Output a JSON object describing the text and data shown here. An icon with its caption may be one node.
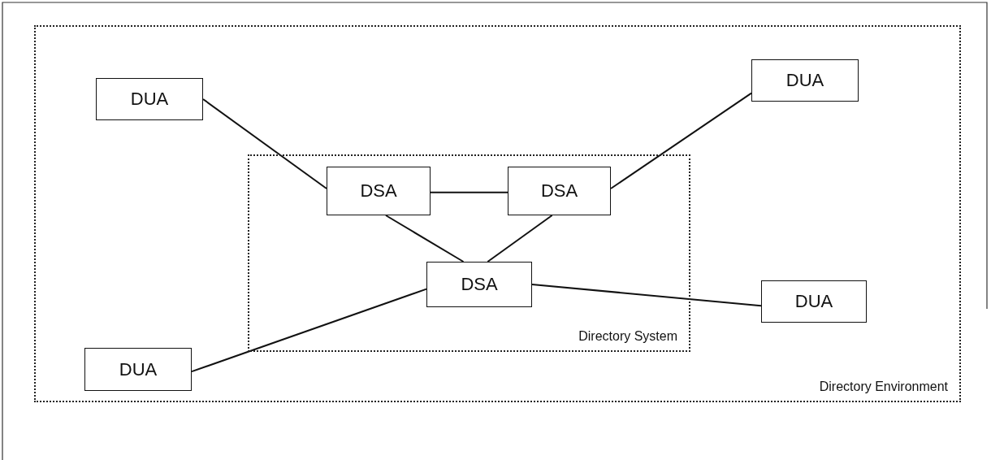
{
  "diagram": {
    "nodes": [
      {
        "text": [
          "Directory Environment"
        ]
      },
      {
        "text": [
          "DUA"
        ],
        "in": 0
      },
      {
        "text": [
          "DUA"
        ],
        "in": 0
      },
      {
        "text": [
          "Directory System"
        ],
        "in": 0
      },
      {
        "text": [
          "DSA"
        ],
        "in": 3
      },
      {
        "text": [
          "DSA"
        ],
        "in": 3
      },
      {
        "text": [
          "DSA"
        ],
        "in": 3
      },
      {
        "text": [
          "DUA"
        ],
        "in": 0
      },
      {
        "text": [
          "DUA"
        ],
        "in": 0
      }
    ],
    "edges": [
      {
        "from": 1,
        "to": 4,
        "arrow": "none"
      },
      {
        "from": 4,
        "to": 5,
        "arrow": "none"
      },
      {
        "from": 2,
        "to": 5,
        "arrow": "none"
      },
      {
        "from": 4,
        "to": 6,
        "arrow": "none"
      },
      {
        "from": 5,
        "to": 6,
        "arrow": "none"
      },
      {
        "from": 6,
        "to": 7,
        "arrow": "none"
      },
      {
        "from": 8,
        "to": 6,
        "arrow": "none"
      }
    ]
  }
}
